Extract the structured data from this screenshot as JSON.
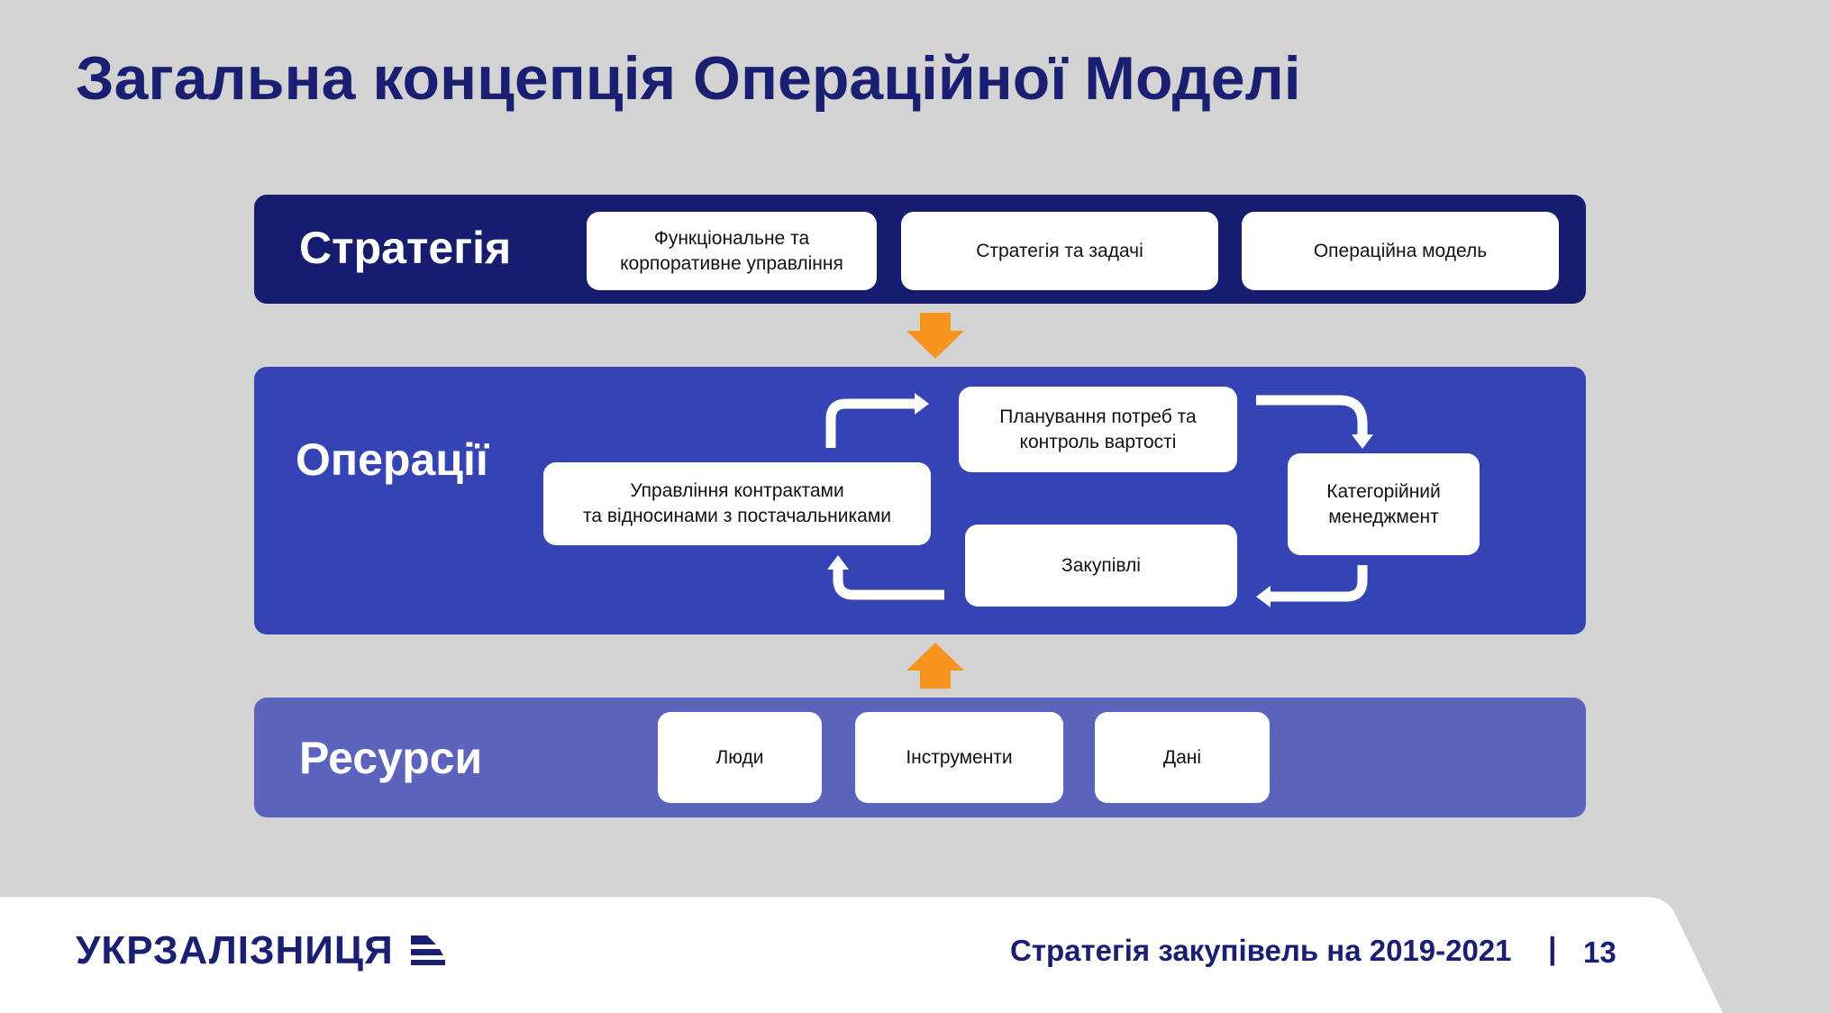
{
  "title": "Загальна концепція Операційної Моделі",
  "strategy": {
    "label": "Стратегія",
    "items": [
      "Функціональне та\nкорпоративне управління",
      "Стратегія та задачі",
      "Операційна модель"
    ]
  },
  "operations": {
    "label": "Операції",
    "planning": "Планування потреб та\nконтроль вартості",
    "contracts": "Управління контрактами\nта відносинами з постачальниками",
    "category": "Категорійний\nменеджмент",
    "procurement": "Закупівлі"
  },
  "resources": {
    "label": "Ресурси",
    "items": [
      "Люди",
      "Інструменти",
      "Дані"
    ]
  },
  "footer": {
    "logo": "УКРЗАЛІЗНИЦЯ",
    "subtitle": "Стратегія закупівель на 2019-2021",
    "separator": "|",
    "page_number": "13"
  },
  "colors": {
    "title": "#1a1f71",
    "strategy_band": "#161d6f",
    "operations_band": "#3544b4",
    "resources_band": "#5b63bc",
    "arrow_orange": "#f7941d"
  },
  "icons": [
    "arrow-down-icon",
    "arrow-up-icon",
    "cycle-arrow-icon",
    "logo-icon"
  ]
}
